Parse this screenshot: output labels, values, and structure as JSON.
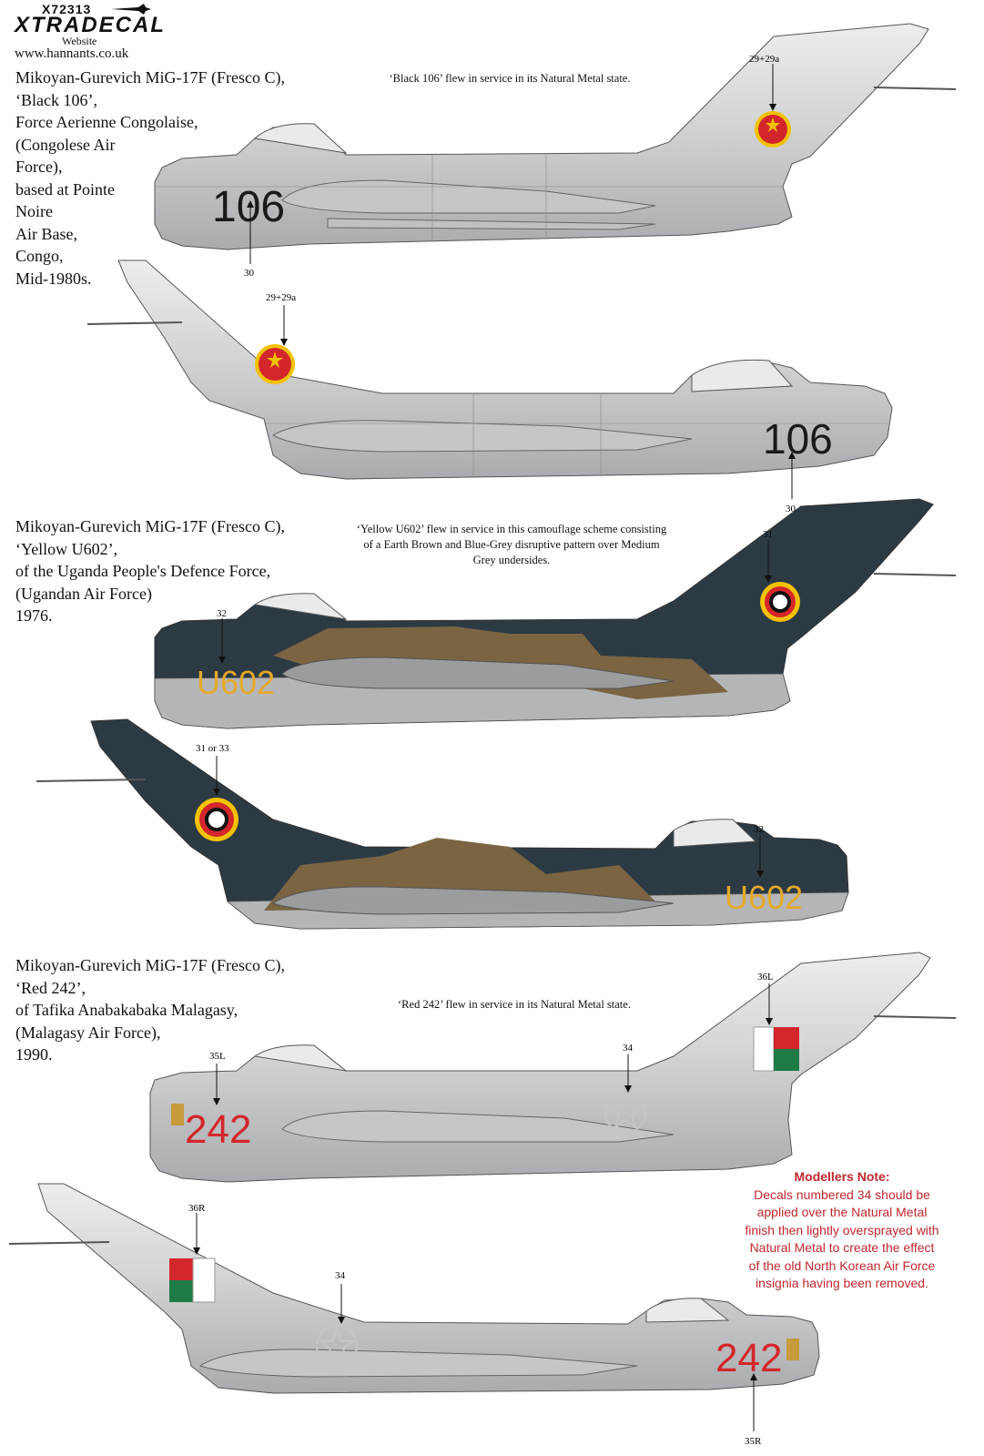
{
  "header": {
    "code": "X72313",
    "brand": "XTRADECAL",
    "website_label": "Website",
    "website_url": "www.hannants.co.uk"
  },
  "schemes": [
    {
      "title": [
        "Mikoyan-Gurevich MiG-17F (Fresco C),",
        "‘Black 106’,",
        "Force Aerienne Congolaise,",
        "(Congolese Air",
        "Force),",
        "based at Pointe",
        "Noire",
        "Air Base,",
        "Congo,",
        "Mid-1980s."
      ],
      "note": "‘Black 106’ flew in service in its Natural Metal state.",
      "serial": "106",
      "callouts": {
        "top_fin": "29+29a",
        "top_nose": "30",
        "bottom_fin": "29+29a",
        "bottom_nose": "30"
      },
      "colors": {
        "metal": "#d9dadb",
        "serial": "#1a1a1a",
        "roundel_red": "#d3262b",
        "roundel_yellow": "#f2c200"
      }
    },
    {
      "title": [
        "Mikoyan-Gurevich MiG-17F (Fresco C),",
        "‘Yellow U602’,",
        "of the Uganda People's Defence Force,",
        "(Ugandan Air Force)",
        "1976."
      ],
      "note": [
        "‘Yellow U602’ flew in service in this camouflage scheme consisting",
        "of a Earth Brown and Blue-Grey disruptive pattern over Medium",
        "Grey undersides."
      ],
      "serial": "U602",
      "callouts": {
        "top_fin": "31",
        "top_nose": "32",
        "bottom_fin": "31 or 33",
        "bottom_nose": "32"
      },
      "colors": {
        "blue_grey": "#2c3a44",
        "earth_brown": "#7a6442",
        "medium_grey": "#b4b5b7",
        "serial": "#e4a92a"
      }
    },
    {
      "title": [
        "Mikoyan-Gurevich MiG-17F (Fresco C),",
        "‘Red 242’,",
        "of Tafika Anabakabaka Malagasy,",
        "(Malagasy Air Force),",
        "1990."
      ],
      "note": "‘Red 242’ flew in service in its Natural Metal state.",
      "serial": "242",
      "callouts": {
        "top_fin": "36L",
        "top_nose": "35L",
        "top_mid": "34",
        "bottom_fin": "36R",
        "bottom_mid": "34",
        "bottom_nose": "35R"
      },
      "colors": {
        "metal": "#d9dadb",
        "serial": "#d3262b",
        "flag_red": "#d3262b",
        "flag_green": "#1e7b45"
      }
    }
  ],
  "modellers_note": {
    "heading": "Modellers Note:",
    "lines": [
      "Decals numbered 34 should be",
      "applied over the Natural Metal",
      "finish then lightly oversprayed with",
      "Natural Metal to create the effect",
      "of the old North Korean Air Force",
      "insignia having been removed."
    ]
  }
}
